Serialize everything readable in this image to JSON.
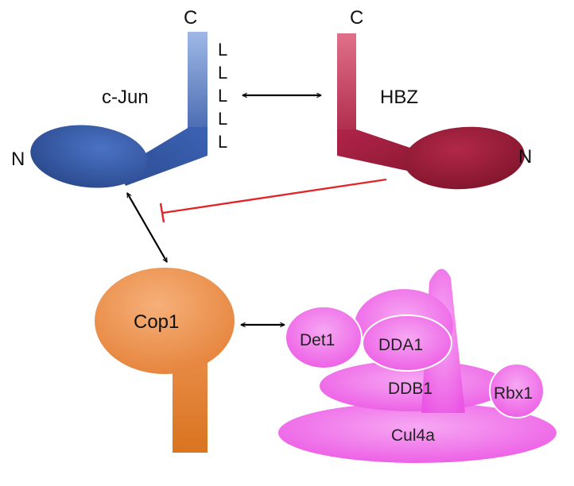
{
  "proteins": {
    "cjun": {
      "label": "c-Jun",
      "n_terminus": "N",
      "c_terminus": "C",
      "zipper": [
        "L",
        "L",
        "L",
        "L",
        "L"
      ]
    },
    "hbz": {
      "label": "HBZ",
      "n_terminus": "N",
      "c_terminus": "C"
    },
    "cop1": {
      "label": "Cop1"
    }
  },
  "complex": {
    "det1": "Det1",
    "dda1": "DDA1",
    "ddb1": "DDB1",
    "rbx1": "Rbx1",
    "cul4a": "Cul4a"
  },
  "interactions": [
    {
      "from": "c-Jun",
      "to": "HBZ",
      "type": "binds"
    },
    {
      "from": "c-Jun",
      "to": "Cop1",
      "type": "binds"
    },
    {
      "from": "Cop1",
      "to": "Det1",
      "type": "binds"
    },
    {
      "from": "HBZ",
      "to": "c-Jun/Cop1 interaction",
      "type": "inhibits"
    }
  ],
  "colors": {
    "cjun": "#3a5da8",
    "hbz": "#9e1e3c",
    "cop1": "#e9893a",
    "complex": "#ee5fe8",
    "inhibition": "#e0262b",
    "arrow": "#000000"
  }
}
